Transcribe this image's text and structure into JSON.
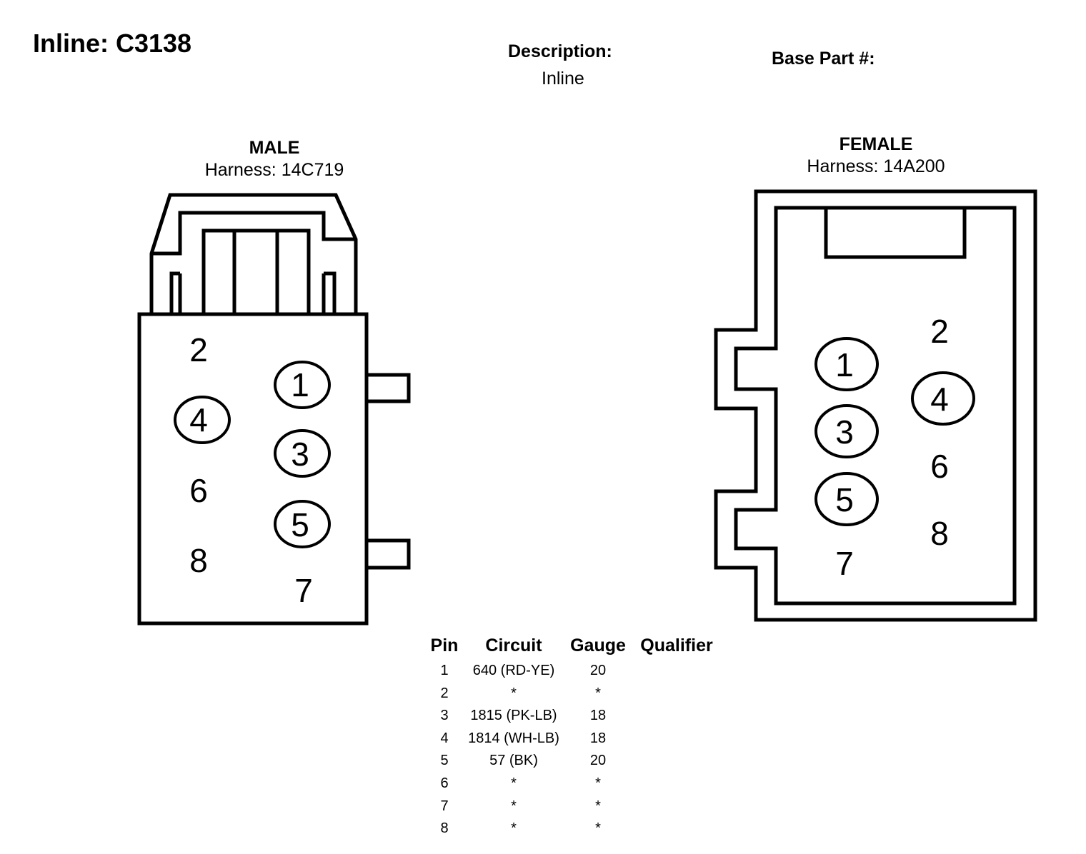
{
  "header": {
    "title": "Inline: C3138",
    "description_label": "Description:",
    "description_value": "Inline",
    "base_part_label": "Base Part #:"
  },
  "male": {
    "label": "MALE",
    "harness": "Harness: 14C719",
    "pins": [
      {
        "pin": "1",
        "circled": true
      },
      {
        "pin": "2",
        "circled": false
      },
      {
        "pin": "3",
        "circled": true
      },
      {
        "pin": "4",
        "circled": true
      },
      {
        "pin": "5",
        "circled": true
      },
      {
        "pin": "6",
        "circled": false
      },
      {
        "pin": "7",
        "circled": false
      },
      {
        "pin": "8",
        "circled": false
      }
    ]
  },
  "female": {
    "label": "FEMALE",
    "harness": "Harness: 14A200",
    "pins": [
      {
        "pin": "1",
        "circled": true
      },
      {
        "pin": "2",
        "circled": false
      },
      {
        "pin": "3",
        "circled": true
      },
      {
        "pin": "4",
        "circled": true
      },
      {
        "pin": "5",
        "circled": true
      },
      {
        "pin": "6",
        "circled": false
      },
      {
        "pin": "7",
        "circled": false
      },
      {
        "pin": "8",
        "circled": false
      }
    ]
  },
  "table": {
    "headers": [
      "Pin",
      "Circuit",
      "Gauge",
      "Qualifier"
    ],
    "rows": [
      {
        "pin": "1",
        "circuit": "640 (RD-YE)",
        "gauge": "20"
      },
      {
        "pin": "2",
        "circuit": "*",
        "gauge": "*"
      },
      {
        "pin": "3",
        "circuit": "1815 (PK-LB)",
        "gauge": "18"
      },
      {
        "pin": "4",
        "circuit": "1814 (WH-LB)",
        "gauge": "18"
      },
      {
        "pin": "5",
        "circuit": "57 (BK)",
        "gauge": "20"
      },
      {
        "pin": "6",
        "circuit": "*",
        "gauge": "*"
      },
      {
        "pin": "7",
        "circuit": "*",
        "gauge": "*"
      },
      {
        "pin": "8",
        "circuit": "*",
        "gauge": "*"
      }
    ]
  }
}
